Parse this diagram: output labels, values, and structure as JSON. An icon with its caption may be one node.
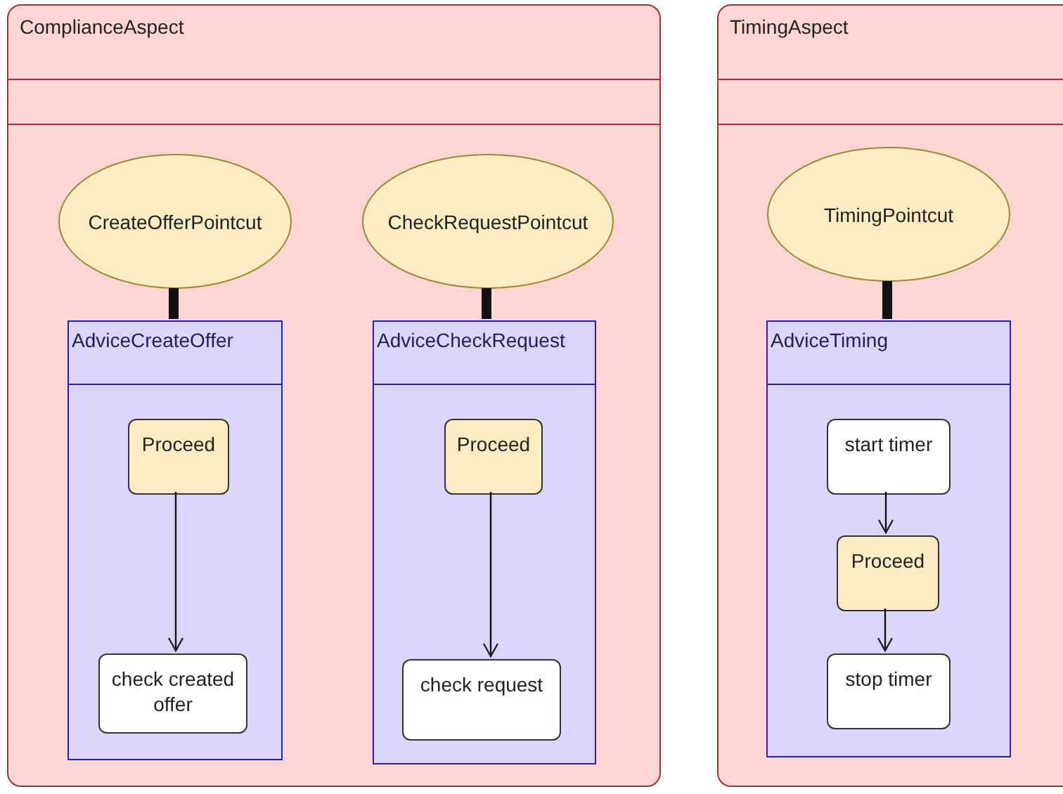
{
  "diagram": {
    "nodes": [
      {
        "text": [
          "ComplianceAspect"
        ]
      },
      {
        "text": [
          "CreateOfferPointcut"
        ],
        "in": 0
      },
      {
        "text": [
          "AdviceCreateOffer"
        ],
        "in": 0
      },
      {
        "text": [
          "Proceed"
        ],
        "in": 2
      },
      {
        "text": [
          "check created offer"
        ],
        "in": 2
      },
      {
        "text": [
          "CheckRequestPointcut"
        ],
        "in": 0
      },
      {
        "text": [
          "AdviceCheckRequest"
        ],
        "in": 0
      },
      {
        "text": [
          "Proceed"
        ],
        "in": 6
      },
      {
        "text": [
          "check request"
        ],
        "in": 6
      },
      {
        "text": [
          "TimingAspect"
        ]
      },
      {
        "text": [
          "TimingPointcut"
        ],
        "in": 9
      },
      {
        "text": [
          "AdviceTiming"
        ],
        "in": 9
      },
      {
        "text": [
          "start timer"
        ],
        "in": 11
      },
      {
        "text": [
          "Proceed"
        ],
        "in": 11
      },
      {
        "text": [
          "stop timer"
        ],
        "in": 11
      }
    ],
    "edges": [
      {
        "from": 1,
        "to": 2,
        "arrow": "none",
        "style": "thick"
      },
      {
        "from": 3,
        "to": 4,
        "arrow": "to"
      },
      {
        "from": 5,
        "to": 6,
        "arrow": "none",
        "style": "thick"
      },
      {
        "from": 7,
        "to": 8,
        "arrow": "to"
      },
      {
        "from": 10,
        "to": 11,
        "arrow": "none",
        "style": "thick"
      },
      {
        "from": 12,
        "to": 13,
        "arrow": "to"
      },
      {
        "from": 13,
        "to": 14,
        "arrow": "to"
      }
    ]
  }
}
